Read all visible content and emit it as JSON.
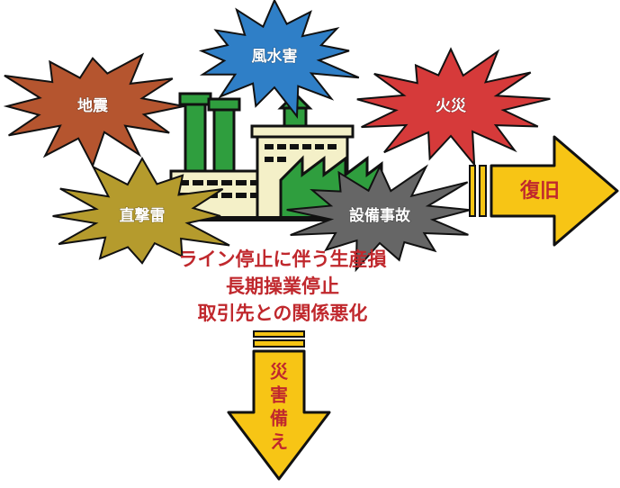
{
  "hazards": {
    "wind_flood": "風水害",
    "earthquake": "地震",
    "fire": "火災",
    "lightning": "直撃雷",
    "equipment_accident": "設備事故"
  },
  "impacts": [
    "ライン停止に伴う生産損",
    "長期操業停止",
    "取引先との関係悪化"
  ],
  "arrows": {
    "right_label": "復旧",
    "down_label": [
      "災",
      "害",
      "備",
      "え"
    ]
  },
  "colors": {
    "wind_flood": "#2f7fc7",
    "earthquake": "#b5552f",
    "fire": "#d63a3a",
    "lightning": "#b59b2d",
    "equipment_accident": "#666666",
    "arrow_fill": "#f7c515",
    "text_red": "#c0282d",
    "factory_green": "#2f9e3e",
    "factory_cream": "#f4f0c8"
  }
}
